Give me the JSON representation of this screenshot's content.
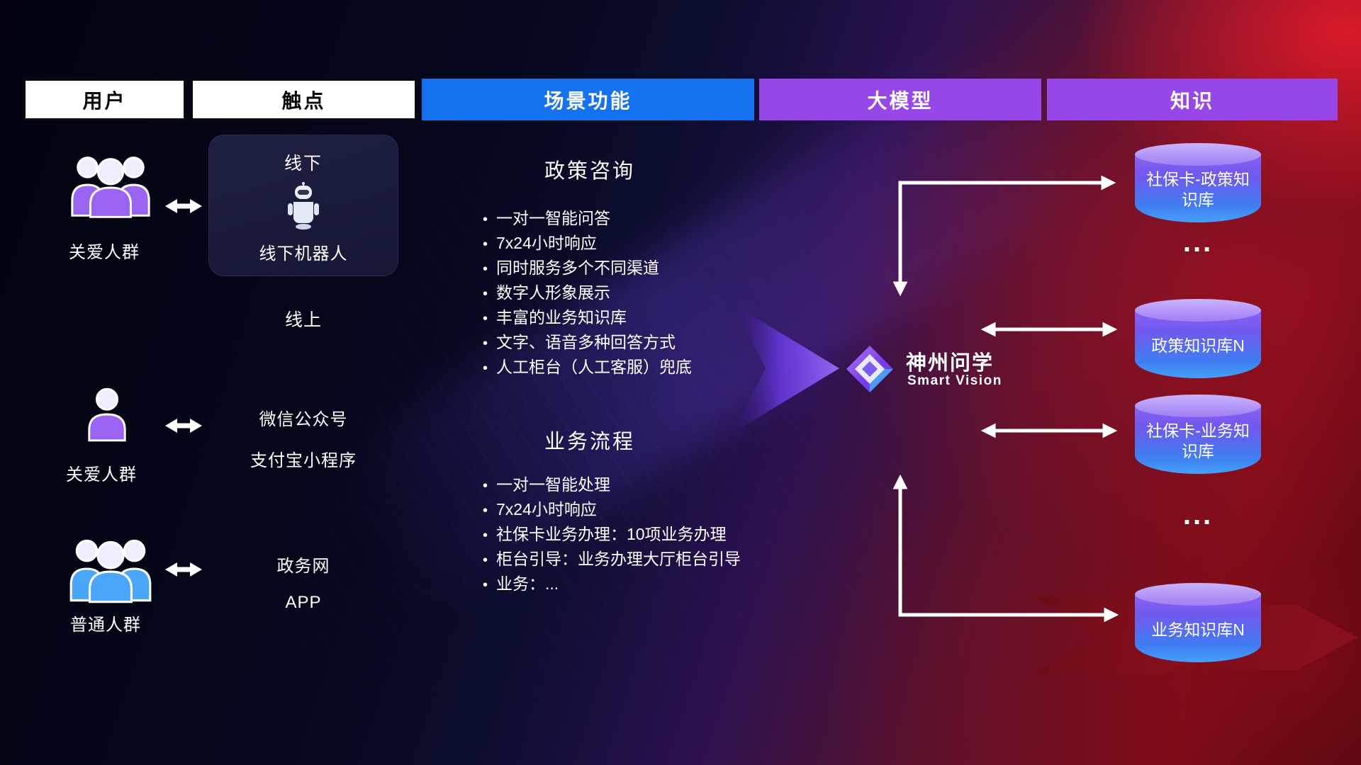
{
  "header": {
    "columns": [
      {
        "label": "用户"
      },
      {
        "label": "触点"
      },
      {
        "label": "场景功能"
      },
      {
        "label": "大模型"
      },
      {
        "label": "知识"
      }
    ]
  },
  "users": {
    "items": [
      {
        "label": "关爱人群"
      },
      {
        "label": "关爱人群"
      },
      {
        "label": "普通人群"
      }
    ]
  },
  "touchpoints": {
    "offline_label": "线下",
    "robot_label": "线下机器人",
    "online_label": "线上",
    "online_items": [
      "微信公众号",
      "支付宝小程序",
      "政务网",
      "APP"
    ]
  },
  "scenario": {
    "policy_title": "政策咨询",
    "policy_items": [
      "一对一智能问答",
      "7x24小时响应",
      "同时服务多个不同渠道",
      "数字人形象展示",
      "丰富的业务知识库",
      "文字、语音多种回答方式",
      "人工柜台（人工客服）兜底"
    ],
    "business_title": "业务流程",
    "business_items": [
      "一对一智能处理",
      "7x24小时响应",
      "社保卡业务办理：10项业务办理",
      "柜台引导：业务办理大厅柜台引导",
      "业务：..."
    ]
  },
  "model": {
    "brand": "神州问学",
    "sub": "Smart Vision"
  },
  "knowledge": {
    "databases": [
      "社保卡-政策知识库",
      "政策知识库N",
      "社保卡-业务知识库",
      "业务知识库N"
    ],
    "ellipsis": "..."
  },
  "colors": {
    "header_blue": "#1471F0",
    "header_purple": "#9747E8",
    "db_top": "#b49df8",
    "db_body_top": "#8a63f2",
    "db_body_bottom": "#47a0f8",
    "flow_arrow_purple": "#8b5cf6",
    "connector_white": "#ffffff",
    "user_icon_purple": "#9a63f2",
    "user_icon_blue": "#4aa6f8",
    "background_red": "#8a0a14",
    "background_navy": "#0b0d2e"
  }
}
